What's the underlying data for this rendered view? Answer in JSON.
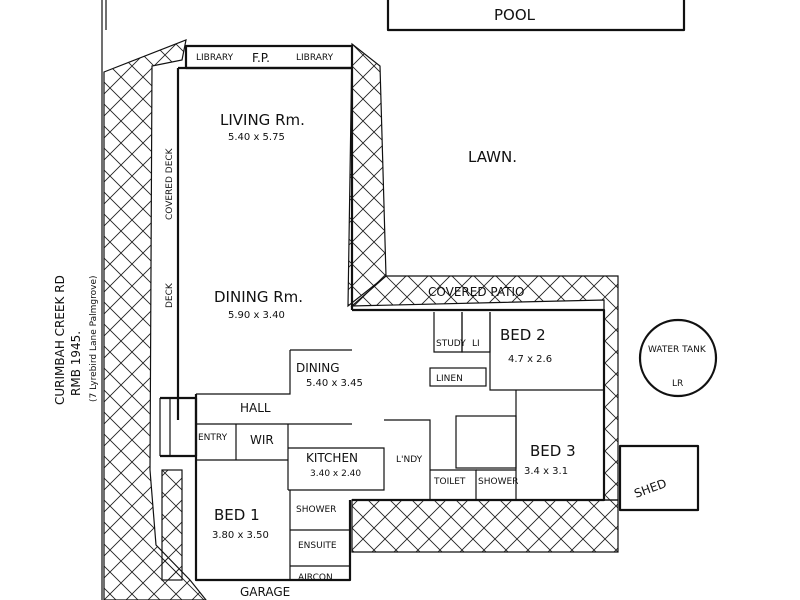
{
  "pool": "POOL",
  "road": {
    "name": "CURIMBAH CREEK RD",
    "rmb": "RMB 1945.",
    "note": "(7 Lyrebird Lane Palmgrove)"
  },
  "outdoor": {
    "lawn": "LAWN.",
    "covered_deck": "COVERED DECK",
    "deck": "DECK",
    "covered_patio": "COVERED PATIO",
    "water_tank": "WATER TANK",
    "water_tank_note": "LR",
    "shed": "SHED",
    "garage": "GARAGE"
  },
  "rooms": {
    "library_left": "LIBRARY",
    "fireplace": "F.P.",
    "library_right": "LIBRARY",
    "living": {
      "name": "LIVING Rm.",
      "dims": "5.40 x 5.75"
    },
    "dining_rm": {
      "name": "DINING Rm.",
      "dims": "5.90 x 3.40"
    },
    "dining": {
      "name": "DINING",
      "dims": "5.40 x 3.45"
    },
    "hall": "HALL",
    "entry": "ENTRY",
    "wir": "WIR",
    "kitchen": {
      "name": "KITCHEN",
      "dims": "3.40 x 2.40"
    },
    "study": "STUDY",
    "linen_small": "LI",
    "bed2": {
      "name": "BED 2",
      "dims": "4.7 x 2.6"
    },
    "linen": "LINEN",
    "laundry": "L'NDY",
    "toilet": "TOILET",
    "bed3": {
      "name": "BED 3",
      "dims": "3.4 x 3.1"
    },
    "shower_bath": "SHOWER",
    "bed1": {
      "name": "BED 1",
      "dims": "3.80 x 3.50"
    },
    "shower": "SHOWER",
    "ensuite": "ENSUITE",
    "aircon": "AIRCON"
  }
}
